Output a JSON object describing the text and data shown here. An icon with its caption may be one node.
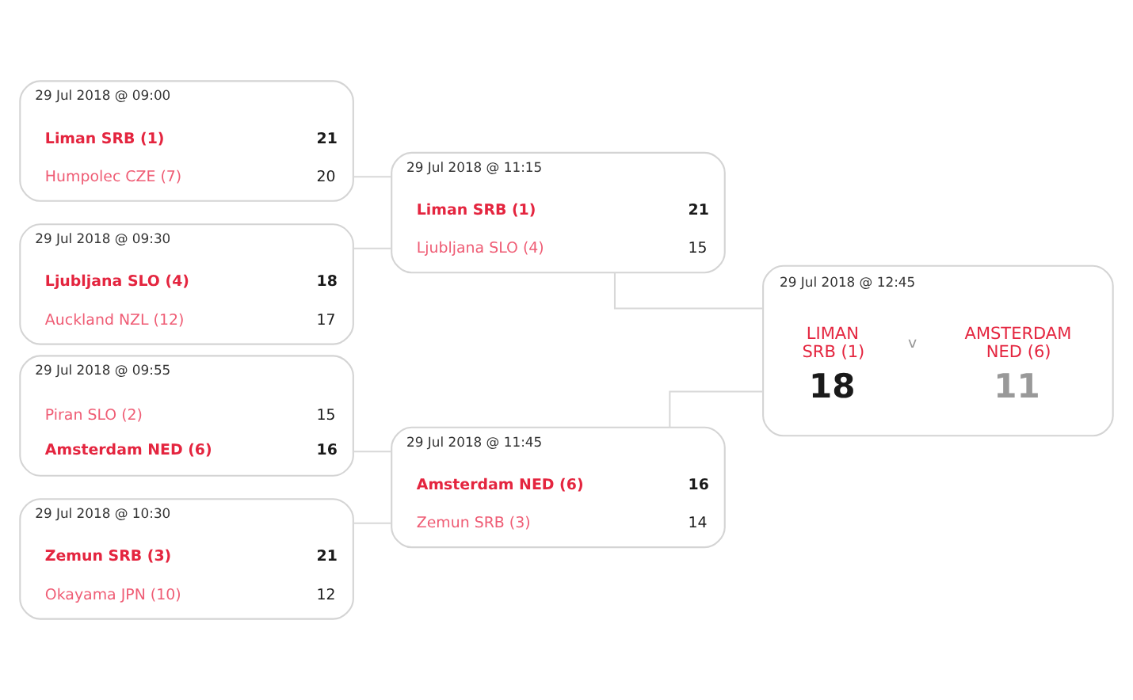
{
  "diagram": {
    "nodes": [
      {
        "text": [
          "29 Jul 2018 @ 09:00",
          "Liman SRB (1)",
          "21",
          "Humpolec CZE (7)",
          "20"
        ]
      },
      {
        "text": [
          "29 Jul 2018 @ 09:30",
          "Ljubljana SLO (4)",
          "18",
          "Auckland NZL (12)",
          "17"
        ]
      },
      {
        "text": [
          "29 Jul 2018 @ 09:55",
          "Piran SLO (2)",
          "15",
          "Amsterdam NED (6)",
          "16"
        ]
      },
      {
        "text": [
          "29 Jul 2018 @ 10:30",
          "Zemun SRB (3)",
          "21",
          "Okayama JPN (10)",
          "12"
        ]
      },
      {
        "text": [
          "29 Jul 2018 @ 11:15",
          "Liman SRB (1)",
          "21",
          "Ljubljana SLO (4)",
          "15"
        ]
      },
      {
        "text": [
          "29 Jul 2018 @ 11:45",
          "Amsterdam NED (6)",
          "16",
          "Zemun SRB (3)",
          "14"
        ]
      },
      {
        "text": [
          "29 Jul 2018 @ 12:45",
          "LIMAN SRB (1)",
          "v",
          "AMSTERDAM NED (6)",
          "18",
          "11"
        ]
      }
    ],
    "edges": [
      {
        "from": 0,
        "to": 4,
        "arrow": "none"
      },
      {
        "from": 1,
        "to": 4,
        "arrow": "none"
      },
      {
        "from": 2,
        "to": 5,
        "arrow": "none"
      },
      {
        "from": 3,
        "to": 5,
        "arrow": "none"
      },
      {
        "from": 4,
        "to": 6,
        "arrow": "none"
      },
      {
        "from": 5,
        "to": 6,
        "arrow": "none"
      }
    ]
  }
}
